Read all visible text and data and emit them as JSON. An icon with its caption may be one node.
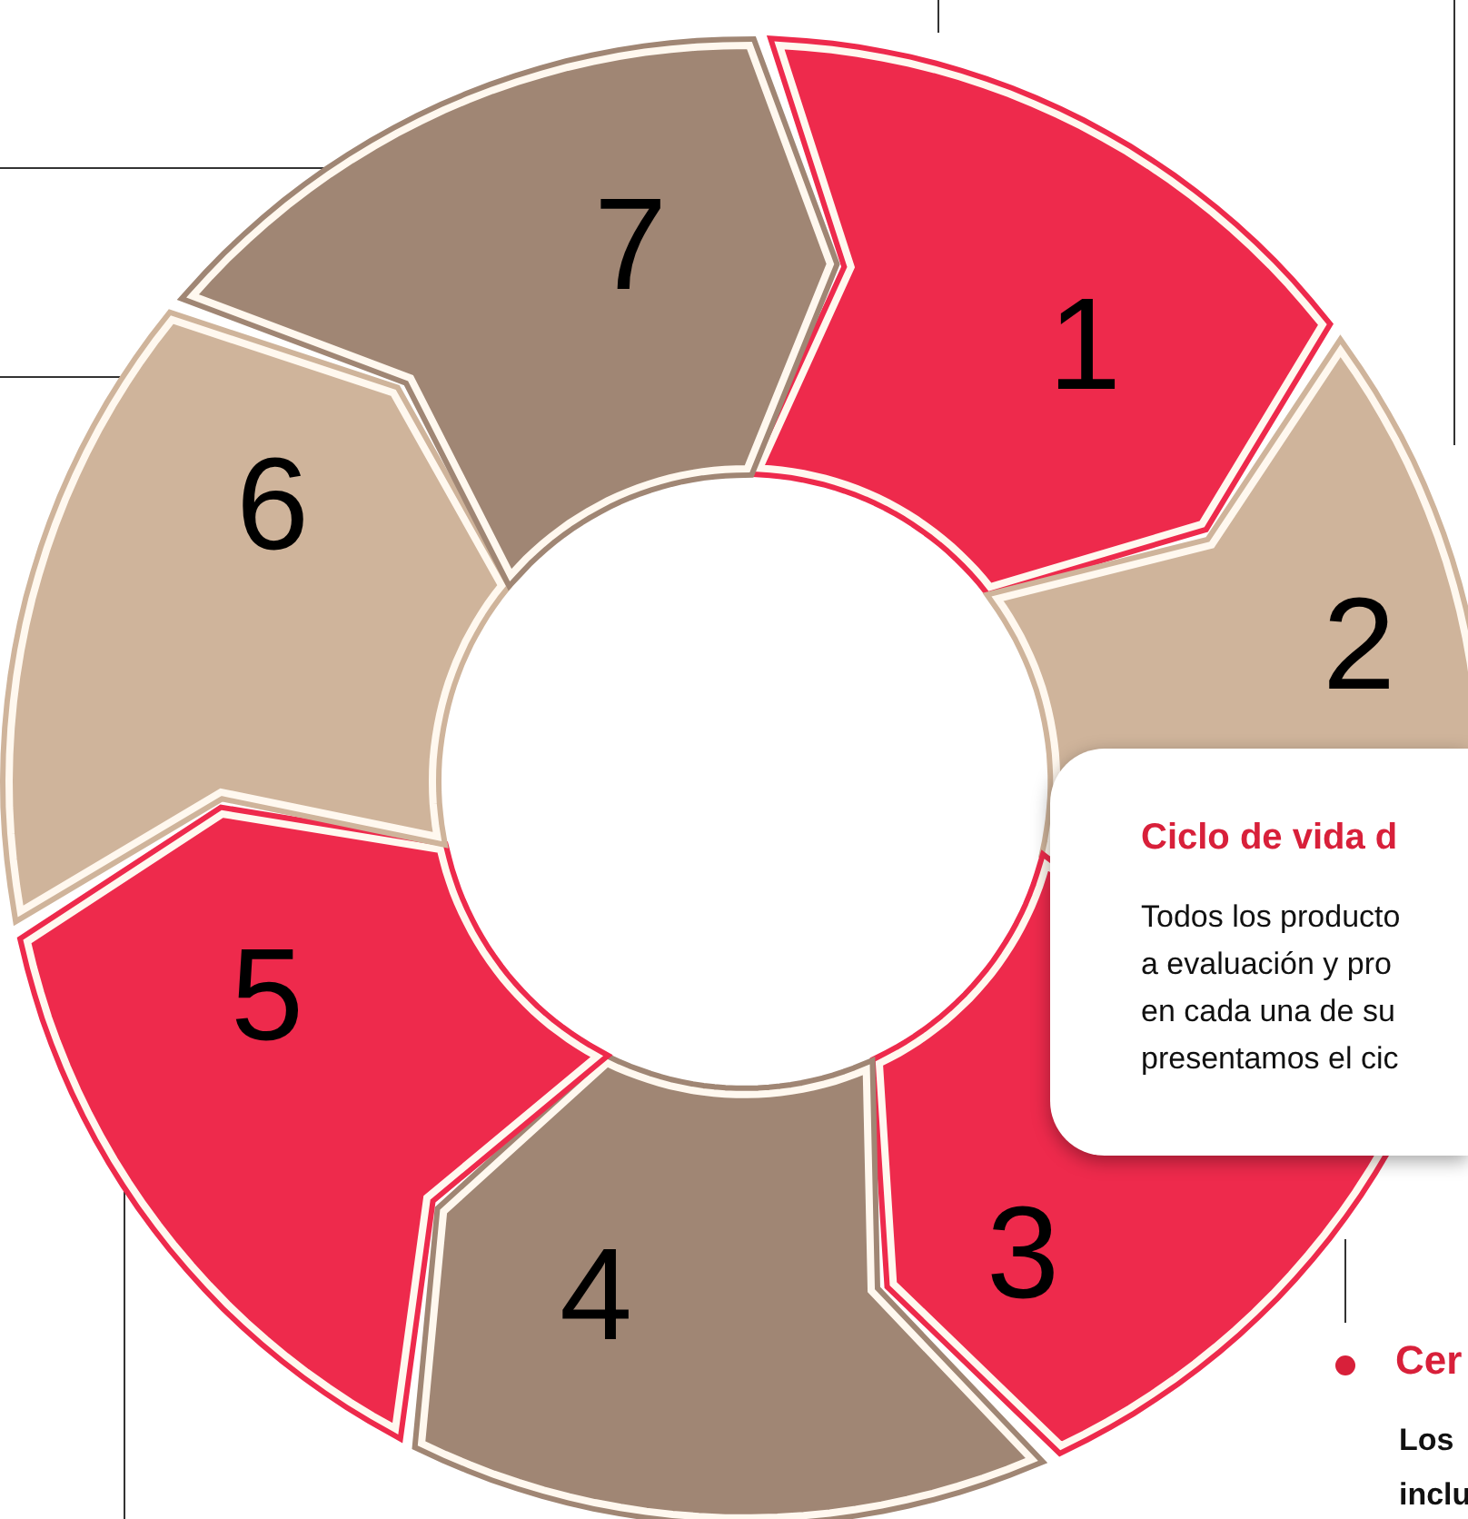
{
  "diagram": {
    "nodes": [
      {
        "text": [
          "1"
        ]
      },
      {
        "text": [
          "2"
        ]
      },
      {
        "text": [
          "3"
        ]
      },
      {
        "text": [
          "4"
        ]
      },
      {
        "text": [
          "5"
        ]
      },
      {
        "text": [
          "6"
        ]
      },
      {
        "text": [
          "7"
        ]
      },
      {
        "text": [
          "Ciclo de vida d",
          "Todos los producto a evaluación y pro en cada una de su presentamos el cic"
        ]
      }
    ],
    "labels": [
      "Cer",
      "Los inclu"
    ]
  }
}
